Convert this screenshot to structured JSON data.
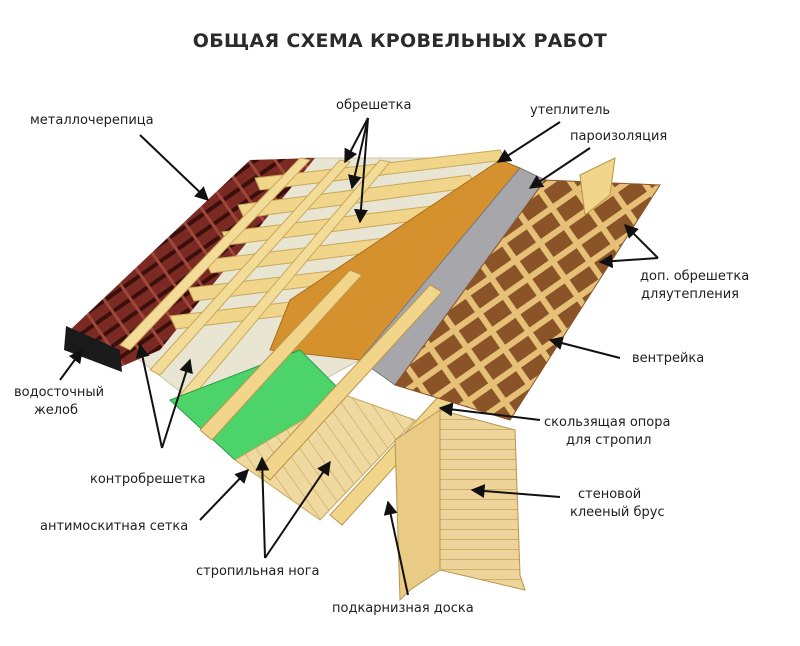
{
  "title": "ОБЩАЯ СХЕМА КРОВЕЛЬНЫХ РАБОТ",
  "labels": {
    "metal_tile": "металлочерепица",
    "battens": "обрешетка",
    "insulation": "утеплитель",
    "vapor_barrier": "пароизоляция",
    "extra_battens_l1": "доп. обрешетка",
    "extra_battens_l2": "дляутепления",
    "ventilation": "вентрейка",
    "sliding_support_l1": "скользящая опора",
    "sliding_support_l2": "для стропил",
    "wall_beam_l1": "стеновой",
    "wall_beam_l2": "клееный брус",
    "gutter_l1": "водосточный",
    "gutter_l2": "желоб",
    "counter_battens": "контробрешетка",
    "mosquito_net": "антимоскитная сетка",
    "rafter": "стропильная нога",
    "eaves_board": "подкарнизная доска"
  },
  "colors": {
    "tile": "#7a2a22",
    "membrane": "#e8e6d2",
    "wood": "#f0d58a",
    "insulation": "#d4912e",
    "vapor": "#a7a7ab",
    "mesh": "#4cd36a",
    "lattice": "#b5773a"
  }
}
